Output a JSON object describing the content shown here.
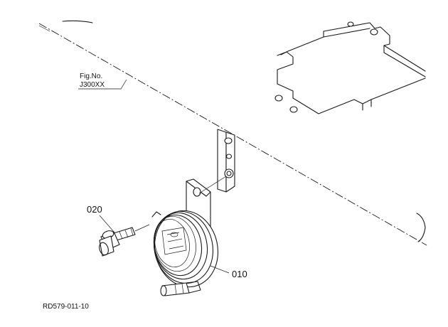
{
  "callouts": {
    "fig_ref_line1": "Fig.No.",
    "fig_ref_line2": "J300XX",
    "part_bolt": "020",
    "part_horn": "010"
  },
  "drawing_code": "RD579-011-10"
}
